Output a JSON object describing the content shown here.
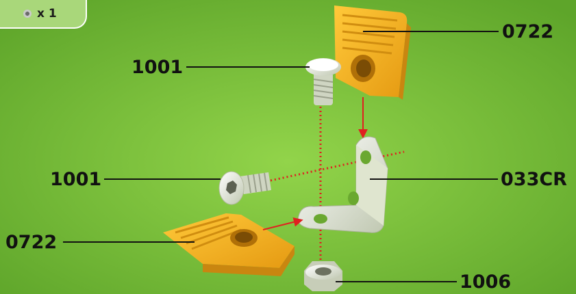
{
  "colors": {
    "background_center": "#8cd043",
    "background_edge": "#5fa82a",
    "part_yellow": "#f5b120",
    "part_yellow_dark": "#d89212",
    "metal": "#e7ecd9",
    "arrow_red": "#e02020",
    "leader_line": "#111111"
  },
  "quantity_tab": {
    "icon": "nut-icon",
    "text": "x 1"
  },
  "labels": {
    "top_right": "0722",
    "top_left_bolt": "1001",
    "mid_left_bolt": "1001",
    "bracket": "033CR",
    "bottom_left": "0722",
    "nut": "1006"
  }
}
